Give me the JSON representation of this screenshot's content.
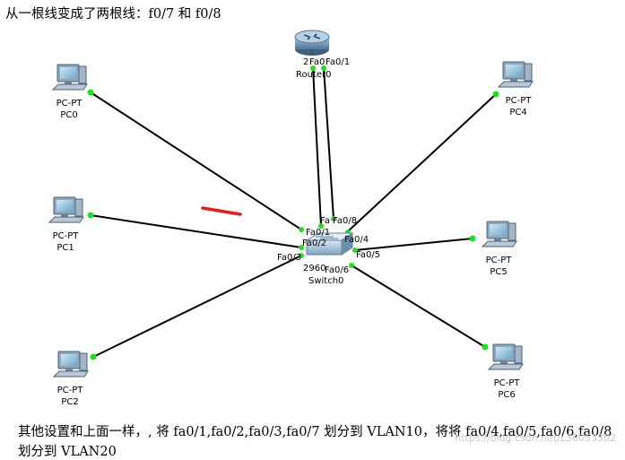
{
  "heading": "从一根线变成了两根线：f0/7 和 f0/8",
  "note_line1": "其他设置和上面一样，, 将 fa0/1,fa0/2,fa0/3,fa0/7 划分到 VLAN10，将将 fa0/4,fa0/5,fa0/6,fa0/8",
  "note_line2": "划分到 VLAN20",
  "watermark": "https://blog.csdn.net/L30053302",
  "router": {
    "model": "2",
    "name": "Router0",
    "ports": [
      "Fa0",
      "Fa0/1"
    ]
  },
  "switch": {
    "model": "2960",
    "name": "Switch0"
  },
  "pcs": [
    {
      "type": "PC-PT",
      "name": "PC0"
    },
    {
      "type": "PC-PT",
      "name": "PC1"
    },
    {
      "type": "PC-PT",
      "name": "PC2"
    },
    {
      "type": "PC-PT",
      "name": "PC4"
    },
    {
      "type": "PC-PT",
      "name": "PC5"
    },
    {
      "type": "PC-PT",
      "name": "PC6"
    }
  ],
  "switch_ports": [
    "Fa0/1",
    "Fa0/2",
    "Fa0/3",
    "Fa0/4",
    "Fa0/5",
    "Fa0/6",
    "Fa",
    "Fa0/8"
  ],
  "colors": {
    "link": "#000000",
    "port_up": "#22dd22",
    "annotation": "#e02020",
    "device": "#9ab5cc"
  }
}
